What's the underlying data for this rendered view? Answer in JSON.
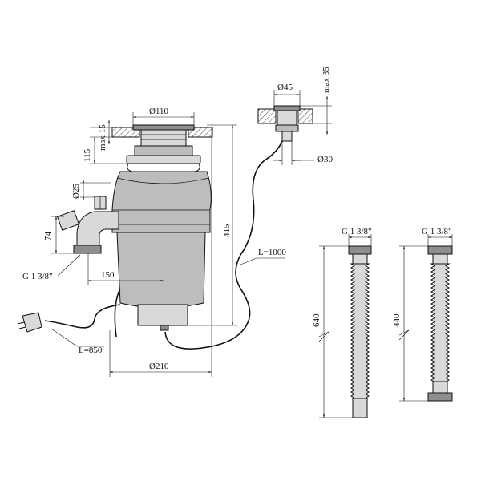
{
  "labels": {
    "dia110": "Ø110",
    "max15": "max 15",
    "d115": "115",
    "dia25": "Ø25",
    "d74": "74",
    "g138_left": "G 1 3/8\"",
    "d150": "150",
    "l850": "L=850",
    "dia210": "Ø210",
    "d415": "415",
    "l1000": "L=1000",
    "dia45": "Ø45",
    "max35": "max 35",
    "dia30": "Ø30",
    "g138_mid": "G 1 3/8\"",
    "d640": "640",
    "g138_right": "G 1 3/8\"",
    "d440": "440"
  }
}
